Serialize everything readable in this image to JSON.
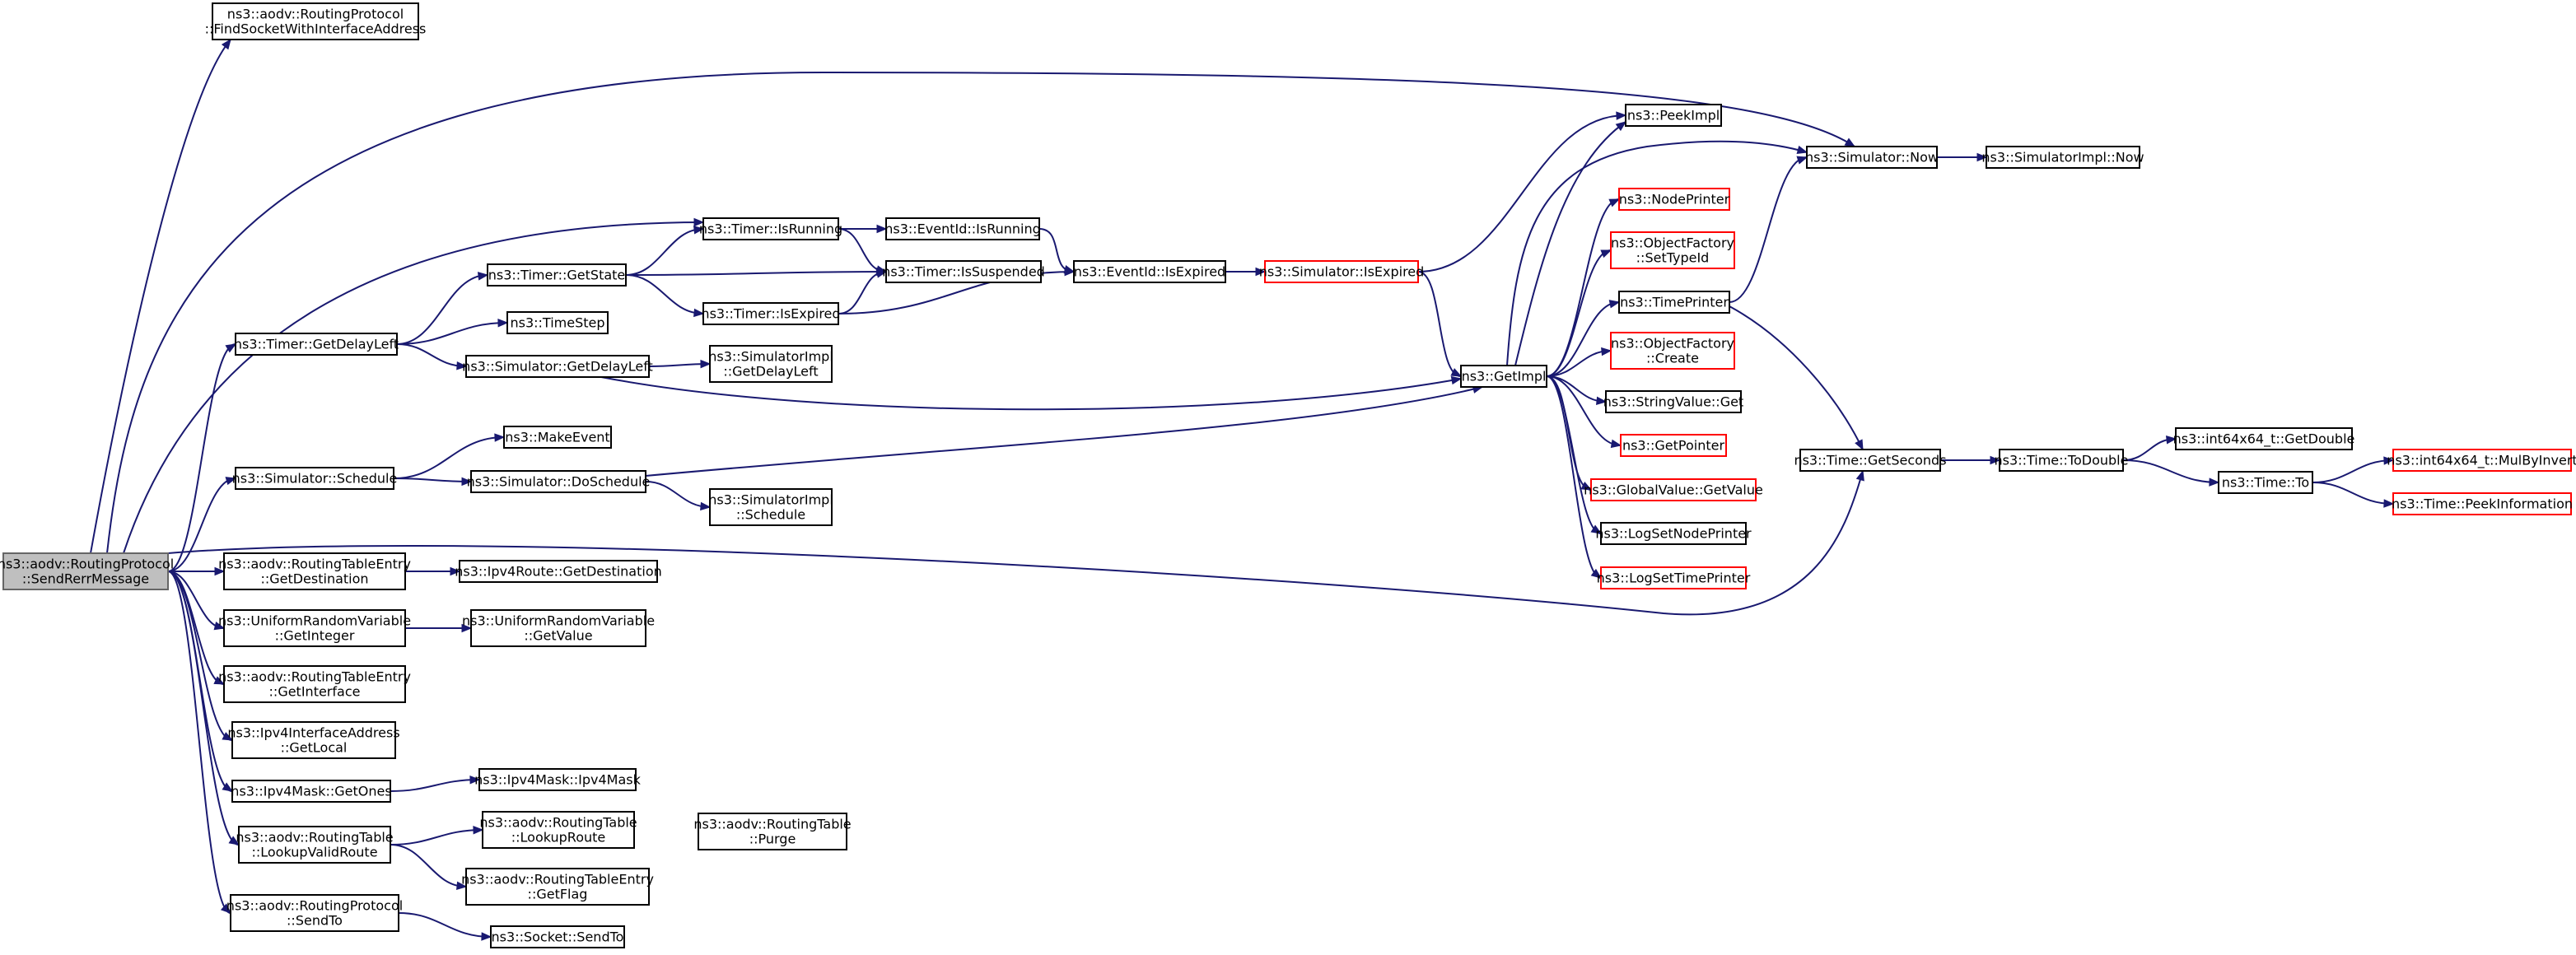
{
  "colors": {
    "edge": "#191970",
    "node_border": "#000000",
    "truncated_node_border": "#ff0000",
    "root_fill": "#bfbfbf"
  },
  "nodes": {
    "root": [
      "ns3::aodv::RoutingProtocol",
      "::SendRerrMessage"
    ],
    "findSocket": [
      "ns3::aodv::RoutingProtocol",
      "::FindSocketWithInterfaceAddress"
    ],
    "timerGetDelayLeft": [
      "ns3::Timer::GetDelayLeft"
    ],
    "simSchedule": [
      "ns3::Simulator::Schedule"
    ],
    "rteGetDestination": [
      "ns3::aodv::RoutingTableEntry",
      "::GetDestination"
    ],
    "urvGetInteger": [
      "ns3::UniformRandomVariable",
      "::GetInteger"
    ],
    "rteGetInterface": [
      "ns3::aodv::RoutingTableEntry",
      "::GetInterface"
    ],
    "ifaceGetLocal": [
      "ns3::Ipv4InterfaceAddress",
      "::GetLocal"
    ],
    "maskGetOnes": [
      "ns3::Ipv4Mask::GetOnes"
    ],
    "rtLookupValidRoute": [
      "ns3::aodv::RoutingTable",
      "::LookupValidRoute"
    ],
    "rpSendTo": [
      "ns3::aodv::RoutingProtocol",
      "::SendTo"
    ],
    "timerGetState": [
      "ns3::Timer::GetState"
    ],
    "timeStep": [
      "ns3::TimeStep"
    ],
    "simGetDelayLeft": [
      "ns3::Simulator::GetDelayLeft"
    ],
    "makeEvent": [
      "ns3::MakeEvent"
    ],
    "simDoSchedule": [
      "ns3::Simulator::DoSchedule"
    ],
    "routeGetDestination": [
      "ns3::Ipv4Route::GetDestination"
    ],
    "urvGetValue": [
      "ns3::UniformRandomVariable",
      "::GetValue"
    ],
    "maskCtor": [
      "ns3::Ipv4Mask::Ipv4Mask"
    ],
    "rtLookupRoute": [
      "ns3::aodv::RoutingTable",
      "::LookupRoute"
    ],
    "rteGetFlag": [
      "ns3::aodv::RoutingTableEntry",
      "::GetFlag"
    ],
    "socketSendTo": [
      "ns3::Socket::SendTo"
    ],
    "timerIsRunning": [
      "ns3::Timer::IsRunning"
    ],
    "timerIsSuspended": [
      "ns3::Timer::IsSuspended"
    ],
    "timerIsExpired": [
      "ns3::Timer::IsExpired"
    ],
    "siGetDelayLeft": [
      "ns3::SimulatorImpl",
      "::GetDelayLeft"
    ],
    "siSchedule": [
      "ns3::SimulatorImpl",
      "::Schedule"
    ],
    "rtPurge": [
      "ns3::aodv::RoutingTable",
      "::Purge"
    ],
    "eventIsRunning": [
      "ns3::EventId::IsRunning"
    ],
    "eventIsExpired": [
      "ns3::EventId::IsExpired"
    ],
    "simIsExpired": [
      "ns3::Simulator::IsExpired"
    ],
    "peekImpl": [
      "ns3::PeekImpl"
    ],
    "getImpl": [
      "ns3::GetImpl"
    ],
    "nodePrinter": [
      "ns3::NodePrinter"
    ],
    "ofSetTypeId": [
      "ns3::ObjectFactory",
      "::SetTypeId"
    ],
    "timePrinter": [
      "ns3::TimePrinter"
    ],
    "ofCreate": [
      "ns3::ObjectFactory",
      "::Create"
    ],
    "stringValueGet": [
      "ns3::StringValue::Get"
    ],
    "getPointer": [
      "ns3::GetPointer"
    ],
    "gvGetValue": [
      "ns3::GlobalValue::GetValue"
    ],
    "logSetNodePrinter": [
      "ns3::LogSetNodePrinter"
    ],
    "logSetTimePrinter": [
      "ns3::LogSetTimePrinter"
    ],
    "simNow": [
      "ns3::Simulator::Now"
    ],
    "siNow": [
      "ns3::SimulatorImpl::Now"
    ],
    "timeGetSeconds": [
      "ns3::Time::GetSeconds"
    ],
    "timeToDouble": [
      "ns3::Time::ToDouble"
    ],
    "i64GetDouble": [
      "ns3::int64x64_t::GetDouble"
    ],
    "timeTo": [
      "ns3::Time::To"
    ],
    "i64MulByInvert": [
      "ns3::int64x64_t::MulByInvert"
    ],
    "timePeekInformation": [
      "ns3::Time::PeekInformation"
    ]
  }
}
